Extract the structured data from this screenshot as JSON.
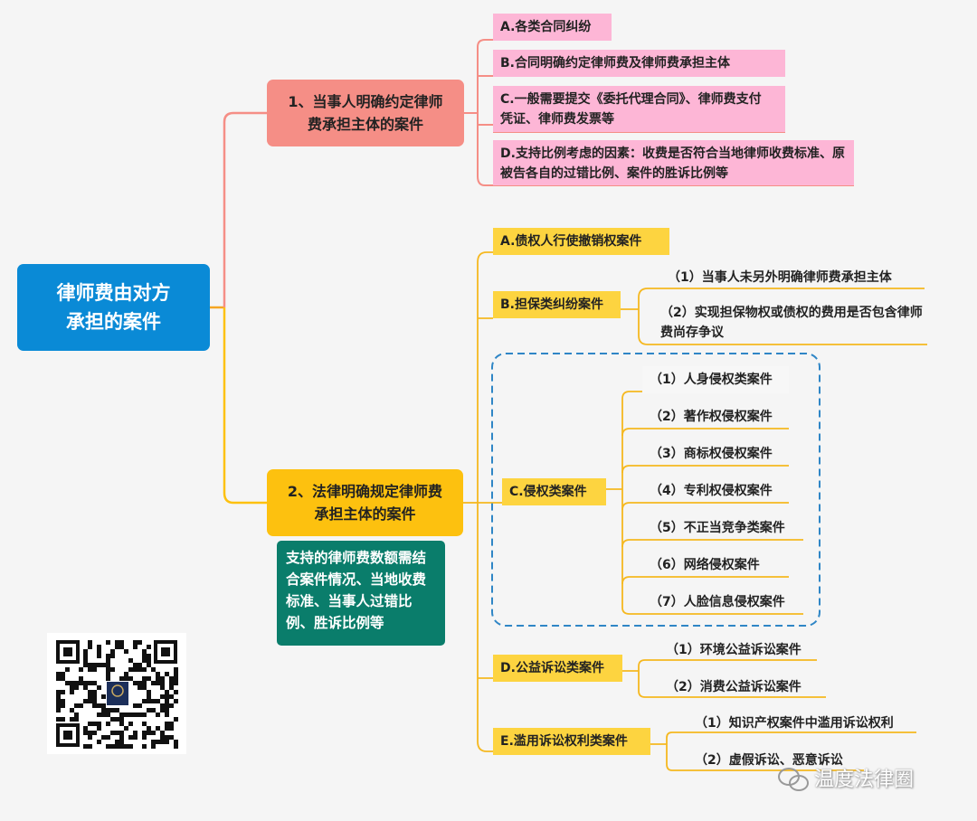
{
  "root": "律师费由对方承担的案件",
  "branch1": {
    "label": "1、当事人明确约定律师费承担主体的案件",
    "items": [
      "A.各类合同纠纷",
      "B.合同明确约定律师费及律师费承担主体",
      "C.一般需要提交《委托代理合同》、律师费支付凭证、律师费发票等",
      "D.支持比例考虑的因素：收费是否符合当地律师收费标准、原被告各自的过错比例、案件的胜诉比例等"
    ]
  },
  "branch2": {
    "label": "2、法律明确规定律师费承担主体的案件",
    "note": "支持的律师费数额需结合案件情况、当地收费标准、当事人过错比例、胜诉比例等",
    "A": "A.债权人行使撤销权案件",
    "B": {
      "label": "B.担保类纠纷案件",
      "items": [
        "（1）当事人未另外明确律师费承担主体",
        "（2）实现担保物权或债权的费用是否包含律师费尚存争议"
      ]
    },
    "C": {
      "label": "C.侵权类案件",
      "items": [
        "（1）人身侵权类案件",
        "（2）著作权侵权案件",
        "（3）商标权侵权案件",
        "（4）专利权侵权案件",
        "（5）不正当竞争类案件",
        "（6）网络侵权案件",
        "（7）人脸信息侵权案件"
      ]
    },
    "D": {
      "label": "D.公益诉讼类案件",
      "items": [
        "（1）环境公益诉讼案件",
        "（2）消费公益诉讼案件"
      ]
    },
    "E": {
      "label": "E.滥用诉讼权利类案件",
      "items": [
        "（1）知识产权案件中滥用诉讼权利",
        "（2）虚假诉讼、恶意诉讼"
      ]
    }
  },
  "watermark": "温度法律圈",
  "colors": {
    "root": "#0a8ad6",
    "branch1": "#f58e86",
    "branch2": "#fdc10f",
    "note": "#0a7d6b",
    "pink_leaf": "#fdb6d6",
    "yellow_leaf": "#fdd440"
  },
  "icons": {
    "qr": "qr-code-icon",
    "watermark": "wechat-icon"
  }
}
